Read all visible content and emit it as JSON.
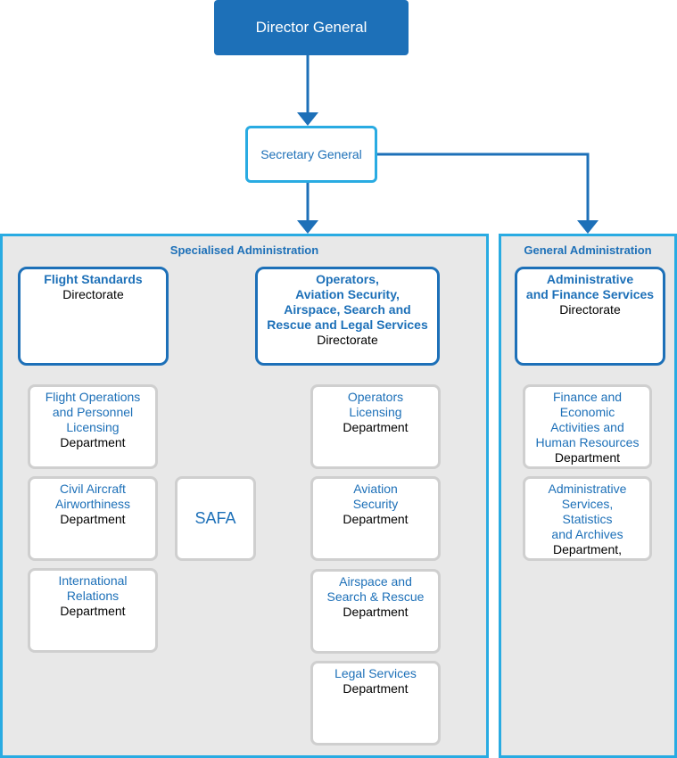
{
  "director_general": "Director General",
  "secretary_general": "Secretary General",
  "specialised": {
    "title": "Specialised Administration",
    "flight_standards": {
      "title": "Flight Standards",
      "sub": "Directorate"
    },
    "operators_dir": {
      "title": "Operators,\nAviation Security,\nAirspace, Search and\nRescue and Legal Services",
      "sub": "Directorate"
    },
    "left_departments": [
      {
        "title": "Flight Operations\nand Personnel\nLicensing",
        "sub": "Department"
      },
      {
        "title": "Civil Aircraft\nAirworthiness",
        "sub": "Department"
      },
      {
        "title": "International\nRelations",
        "sub": "Department"
      }
    ],
    "safa": "SAFA",
    "right_departments": [
      {
        "title": "Operators\nLicensing",
        "sub": "Department"
      },
      {
        "title": "Aviation\nSecurity",
        "sub": "Department"
      },
      {
        "title": "Airspace and\nSearch & Rescue",
        "sub": "Department"
      },
      {
        "title": "Legal Services",
        "sub": "Department"
      }
    ]
  },
  "general": {
    "title": "General Administration",
    "admin_finance": {
      "title": "Administrative\nand Finance Services",
      "sub": "Directorate"
    },
    "departments": [
      {
        "title": "Finance and\nEconomic\nActivities and\nHuman Resources",
        "sub": "Department"
      },
      {
        "title": "Administrative\nServices,\nStatistics\nand Archives",
        "sub": "Department,"
      }
    ]
  },
  "colors": {
    "primary": "#1d70b8",
    "accent": "#29abe2",
    "panel_bg": "#e8e8e8",
    "dept_border": "#cfcfcf"
  }
}
